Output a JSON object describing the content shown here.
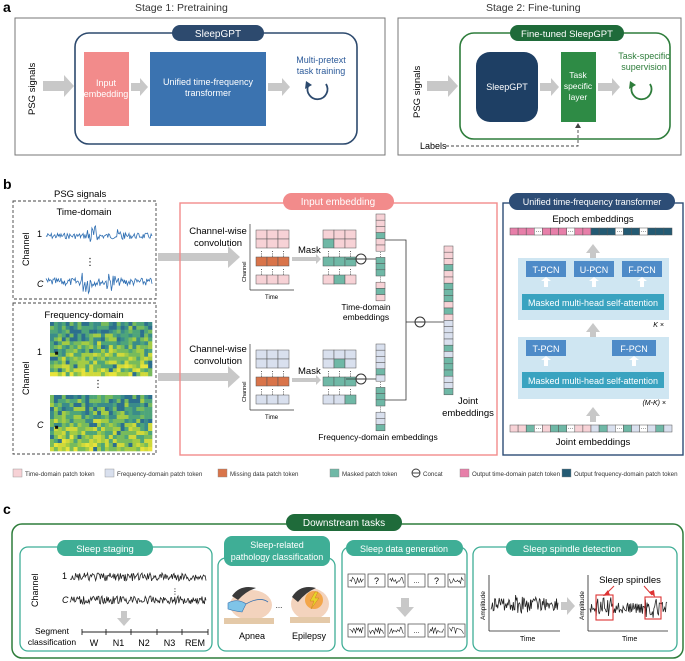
{
  "panel_a": {
    "letter": "a",
    "stage1_title": "Stage 1: Pretraining",
    "stage2_title": "Stage 2: Fine-tuning",
    "psg_signals": "PSG signals",
    "sleepgpt_badge": "SleepGPT",
    "input_embedding": [
      "Input",
      "embedding"
    ],
    "unified_transformer": [
      "Unified time-frequency",
      "transformer"
    ],
    "multi_pretext": [
      "Multi-pretext",
      "task training"
    ],
    "finetuned_badge": "Fine-tuned SleepGPT",
    "sleepgpt_block": "SleepGPT",
    "task_layer": [
      "Task",
      "specific",
      "layer"
    ],
    "task_supervision": [
      "Task-specific",
      "supervision"
    ],
    "labels": "Labels"
  },
  "panel_b": {
    "letter": "b",
    "psg_signals": "PSG signals",
    "time_domain": "Time-domain",
    "frequency_domain": "Frequency-domain",
    "channel": "Channel",
    "ch1": "1",
    "chC": "C",
    "dots": "⋮",
    "input_embedding_badge": "Input embedding",
    "channel_wise_conv": [
      "Channel-wise",
      "convolution"
    ],
    "mask": "Mask",
    "time_axis": "Time",
    "channel_axis": "Channel",
    "time_domain_embeddings": [
      "Time-domain",
      "embeddings"
    ],
    "frequency_domain_embeddings": "Frequency-domain embeddings",
    "joint_embeddings_col": [
      "Joint",
      "embeddings"
    ],
    "unified_badge": "Unified time-frequency transformer",
    "epoch_embeddings": "Epoch embeddings",
    "tpcn": "T-PCN",
    "upcn": "U-PCN",
    "fpcn": "F-PCN",
    "mmsa": "Masked multi-head self-attention",
    "k_times": "K ×",
    "mk_times": "(M-K) ×",
    "joint_embeddings": "Joint embeddings"
  },
  "legend": [
    {
      "label": "Time-domain patch token",
      "color": "#f7d2d6"
    },
    {
      "label": "Frequency-domain patch token",
      "color": "#d9e0ee"
    },
    {
      "label": "Missing data patch token",
      "color": "#d9744a"
    },
    {
      "label": "Masked patch token",
      "color": "#6fb8a6"
    },
    {
      "label": "Concat",
      "color": "#ffffff"
    },
    {
      "label": "Output time-domain patch token",
      "color": "#e77fa9"
    },
    {
      "label": "Output frequency-domain patch token",
      "color": "#235a73"
    }
  ],
  "panel_c": {
    "letter": "c",
    "downstream_badge": "Downstream tasks",
    "sleep_staging": "Sleep staging",
    "pathology": [
      "Sleep-related",
      "pathology classification"
    ],
    "generation": "Sleep data generation",
    "spindle": "Sleep spindle detection",
    "channel": "Channel",
    "ch1": "1",
    "chC": "C",
    "segment_classification": [
      "Segment",
      "classification"
    ],
    "stages": [
      "W",
      "N1",
      "N2",
      "N3",
      "REM"
    ],
    "apnea": "Apnea",
    "epilepsy": "Epilepsy",
    "ellipsis": "...",
    "question": "?",
    "amplitude": "Amplitude",
    "time": "Time",
    "sleep_spindles": "Sleep spindles"
  },
  "colors": {
    "navy": "#2d4a6e",
    "blue_block": "#3b73b0",
    "pink": "#f28b8b",
    "green_dark": "#1f6b3a",
    "green_block": "#2e8b45",
    "teal": "#3fae96",
    "badge_blue": "#2d4d76",
    "light_blue": "#cfe6f2",
    "pcn_blue": "#4e8bc8",
    "arrow_gray": "#c8c8c8"
  }
}
